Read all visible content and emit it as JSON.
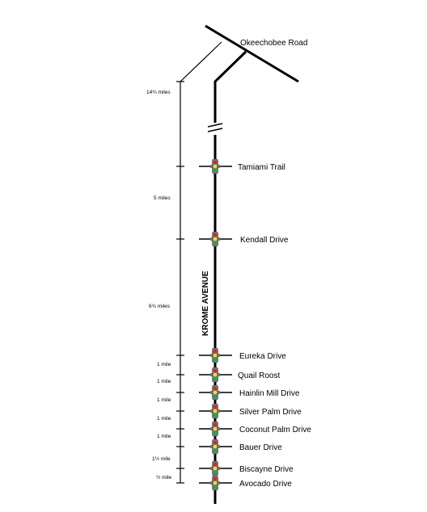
{
  "map": {
    "top_road": "Okeechobee Road",
    "highway": "KROME AVENUE",
    "intersections": [
      {
        "name": "Tamiami Trail"
      },
      {
        "name": "Kendall Drive"
      },
      {
        "name": "Eureka Drive"
      },
      {
        "name": "Quail Roost"
      },
      {
        "name": "Hainlin Mill Drive"
      },
      {
        "name": "Silver Palm Drive"
      },
      {
        "name": "Coconut Palm Drive"
      },
      {
        "name": "Bauer Drive"
      },
      {
        "name": "Biscayne Drive"
      },
      {
        "name": "Avocado Drive"
      }
    ],
    "distances": [
      {
        "label": "14¾ miles"
      },
      {
        "label": "5 miles"
      },
      {
        "label": "6¾ miles"
      },
      {
        "label": "1 mile"
      },
      {
        "label": "1 mile"
      },
      {
        "label": "1 mile"
      },
      {
        "label": "1 mile"
      },
      {
        "label": "1 mile"
      },
      {
        "label": "1½ mile"
      },
      {
        "label": "½ mile"
      }
    ],
    "colors": {
      "road": "#000000",
      "red": "#e02020",
      "yellow": "#f2e21a",
      "green": "#1ea84a",
      "signal_body": "#777777"
    },
    "icon": "traffic-light-icon"
  }
}
